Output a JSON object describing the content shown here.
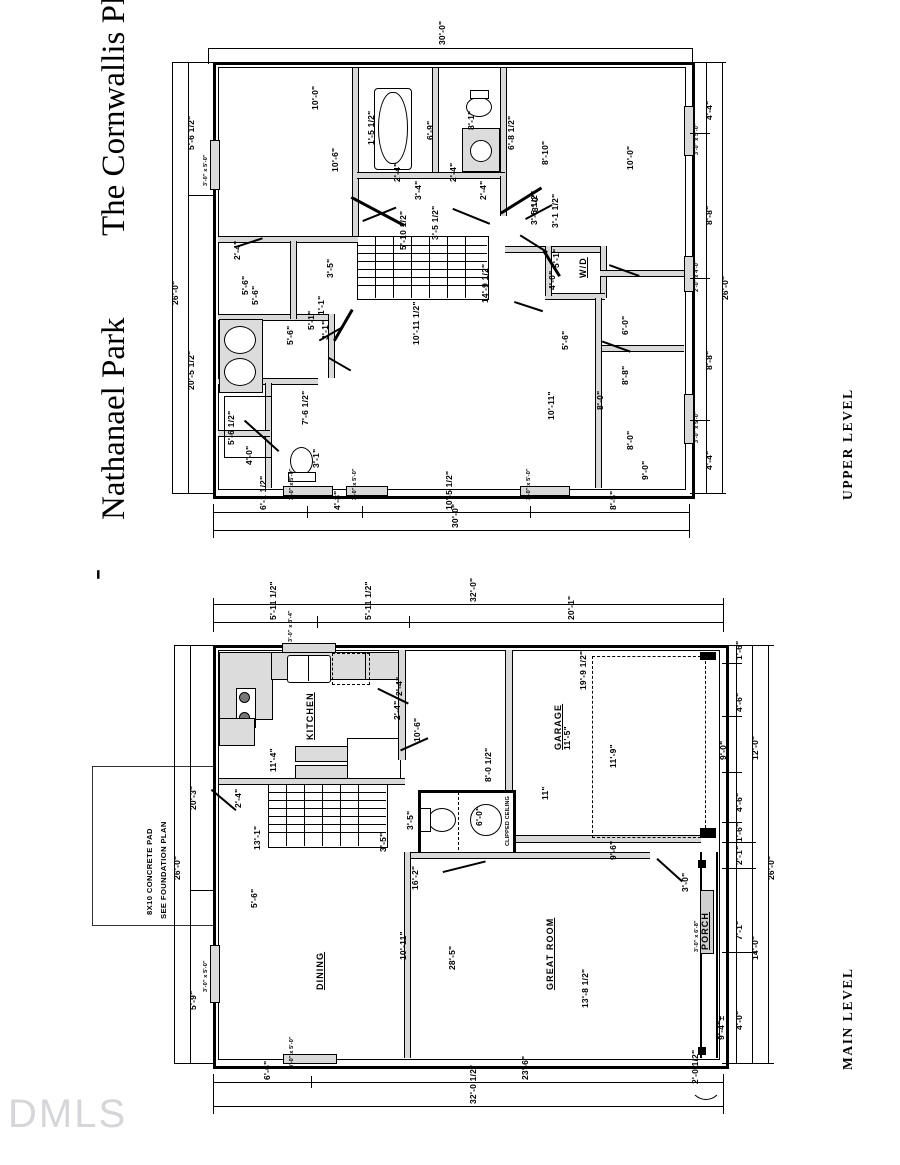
{
  "document": {
    "title_line": "Nathanael Park  -  The Cornwallis Plan",
    "title_part_1": "Nathanael Park",
    "title_dash": "-",
    "title_part_2": "The Cornwallis Plan",
    "watermark": "DMLS"
  },
  "levels": {
    "upper_label": "UPPER LEVEL",
    "main_label": "MAIN LEVEL"
  },
  "callout": {
    "line1": "8X10 CONCRETE PAD",
    "line2": "SEE FOUNDATION PLAN"
  },
  "upper_level": {
    "rooms": [
      {
        "name": "W/D"
      }
    ],
    "dims_top": [
      "30'-0\""
    ],
    "dims_bottom": [
      "6'-1 1/2\"",
      "4'-8\"",
      "10'-5 1/2\"",
      "8'-5\"",
      "30'-0\""
    ],
    "dims_left": [
      "5'-6 1/2\"",
      "20'-5 1/2\"",
      "26'-0\""
    ],
    "dims_right": [
      "4'-4\"",
      "8'-8\"",
      "8'-8\"",
      "4'-4\"",
      "26'-0\""
    ],
    "interior_dims": [
      "10'-0\"",
      "10'-6\"",
      "1'-5 1/2\"",
      "6'-9\"",
      "8'-1\"",
      "2'-4\"",
      "2'-4\"",
      "3'-4\"",
      "2'-4\"",
      "3'-5 1/2\"",
      "5'-10 1/2\"",
      "3'-5\"",
      "5'-6\"",
      "14'-9 1/2\"",
      "3'-5 1/2\"",
      "6'-8 1/2\"",
      "8'-10\"",
      "3'-0\"",
      "3'-1 1/2\"",
      "5'-1\"",
      "4'-0\"",
      "10'-0\"",
      "6'-0\"",
      "8'-8\"",
      "10'-11 1/2\"",
      "5'-6\"",
      "8'-0\"",
      "9'-0\"",
      "10'-11\"",
      "8'-0\"",
      "5'-1\"",
      "5'-6\"",
      "3'-1\"",
      "1'-1\"",
      "7'-6 1/2\"",
      "3'-1\"",
      "5'-6 1/2\"",
      "4'-0\"",
      "5'-6\"",
      "2'-4\""
    ],
    "window_tags": [
      "3'-0\" x 5'-0\"",
      "3'-0\" x 5'-0\"",
      "3'-0\" x 5'-0\"",
      "3'-0\" x 5'-0\"",
      "3'-0\" x 5'-0\"",
      "2'-0\" x 4'-0\""
    ]
  },
  "main_level": {
    "rooms": [
      {
        "name": "KITCHEN"
      },
      {
        "name": "DINING"
      },
      {
        "name": "GREAT ROOM"
      },
      {
        "name": "GARAGE"
      },
      {
        "name": "PORCH"
      }
    ],
    "notes": [
      "CLIPPED CEILING"
    ],
    "dims_top": [
      "5'-11 1/2\"",
      "5'-11 1/2\"",
      "20'-1\"",
      "32'-0\""
    ],
    "dims_bottom": [
      "6'-6\"",
      "23'-6\"",
      "32'-0 1/2\"",
      "2'-0 1/2\""
    ],
    "dims_left": [
      "20'-3\"",
      "5'-9\"",
      "26'-0\""
    ],
    "dims_right": [
      "1'-6\"",
      "4'-6\"",
      "9'-0\"",
      "4'-6\"",
      "1'-6\"",
      "12'-0\"",
      "2'-1\"",
      "7'-1\"",
      "14'-0\"",
      "9'-4\"±",
      "4'-0\"",
      "26'-0\""
    ],
    "interior_dims": [
      "10'-6\"",
      "2'-4\"",
      "11'-4\"",
      "13'-1\"",
      "3'-5\"",
      "16'-2\"",
      "10'-11\"",
      "28'-5\"",
      "19'-9 1/2\"",
      "11'-5\"",
      "11'-9\"",
      "8'-0 1/2\"",
      "6'-0\"",
      "2'-4\"",
      "11\"",
      "9'-6\"",
      "13'-8 1/2\"",
      "3'-5\"",
      "5'-6\"",
      "2'-4\"",
      "3'-0\""
    ],
    "window_tags": [
      "3'-0\" x 3'-4\"",
      "3'-0\" x 5'-0\"",
      "3'-0\" x 5'-0\"",
      "3'-0\" x 6'-8\""
    ]
  }
}
